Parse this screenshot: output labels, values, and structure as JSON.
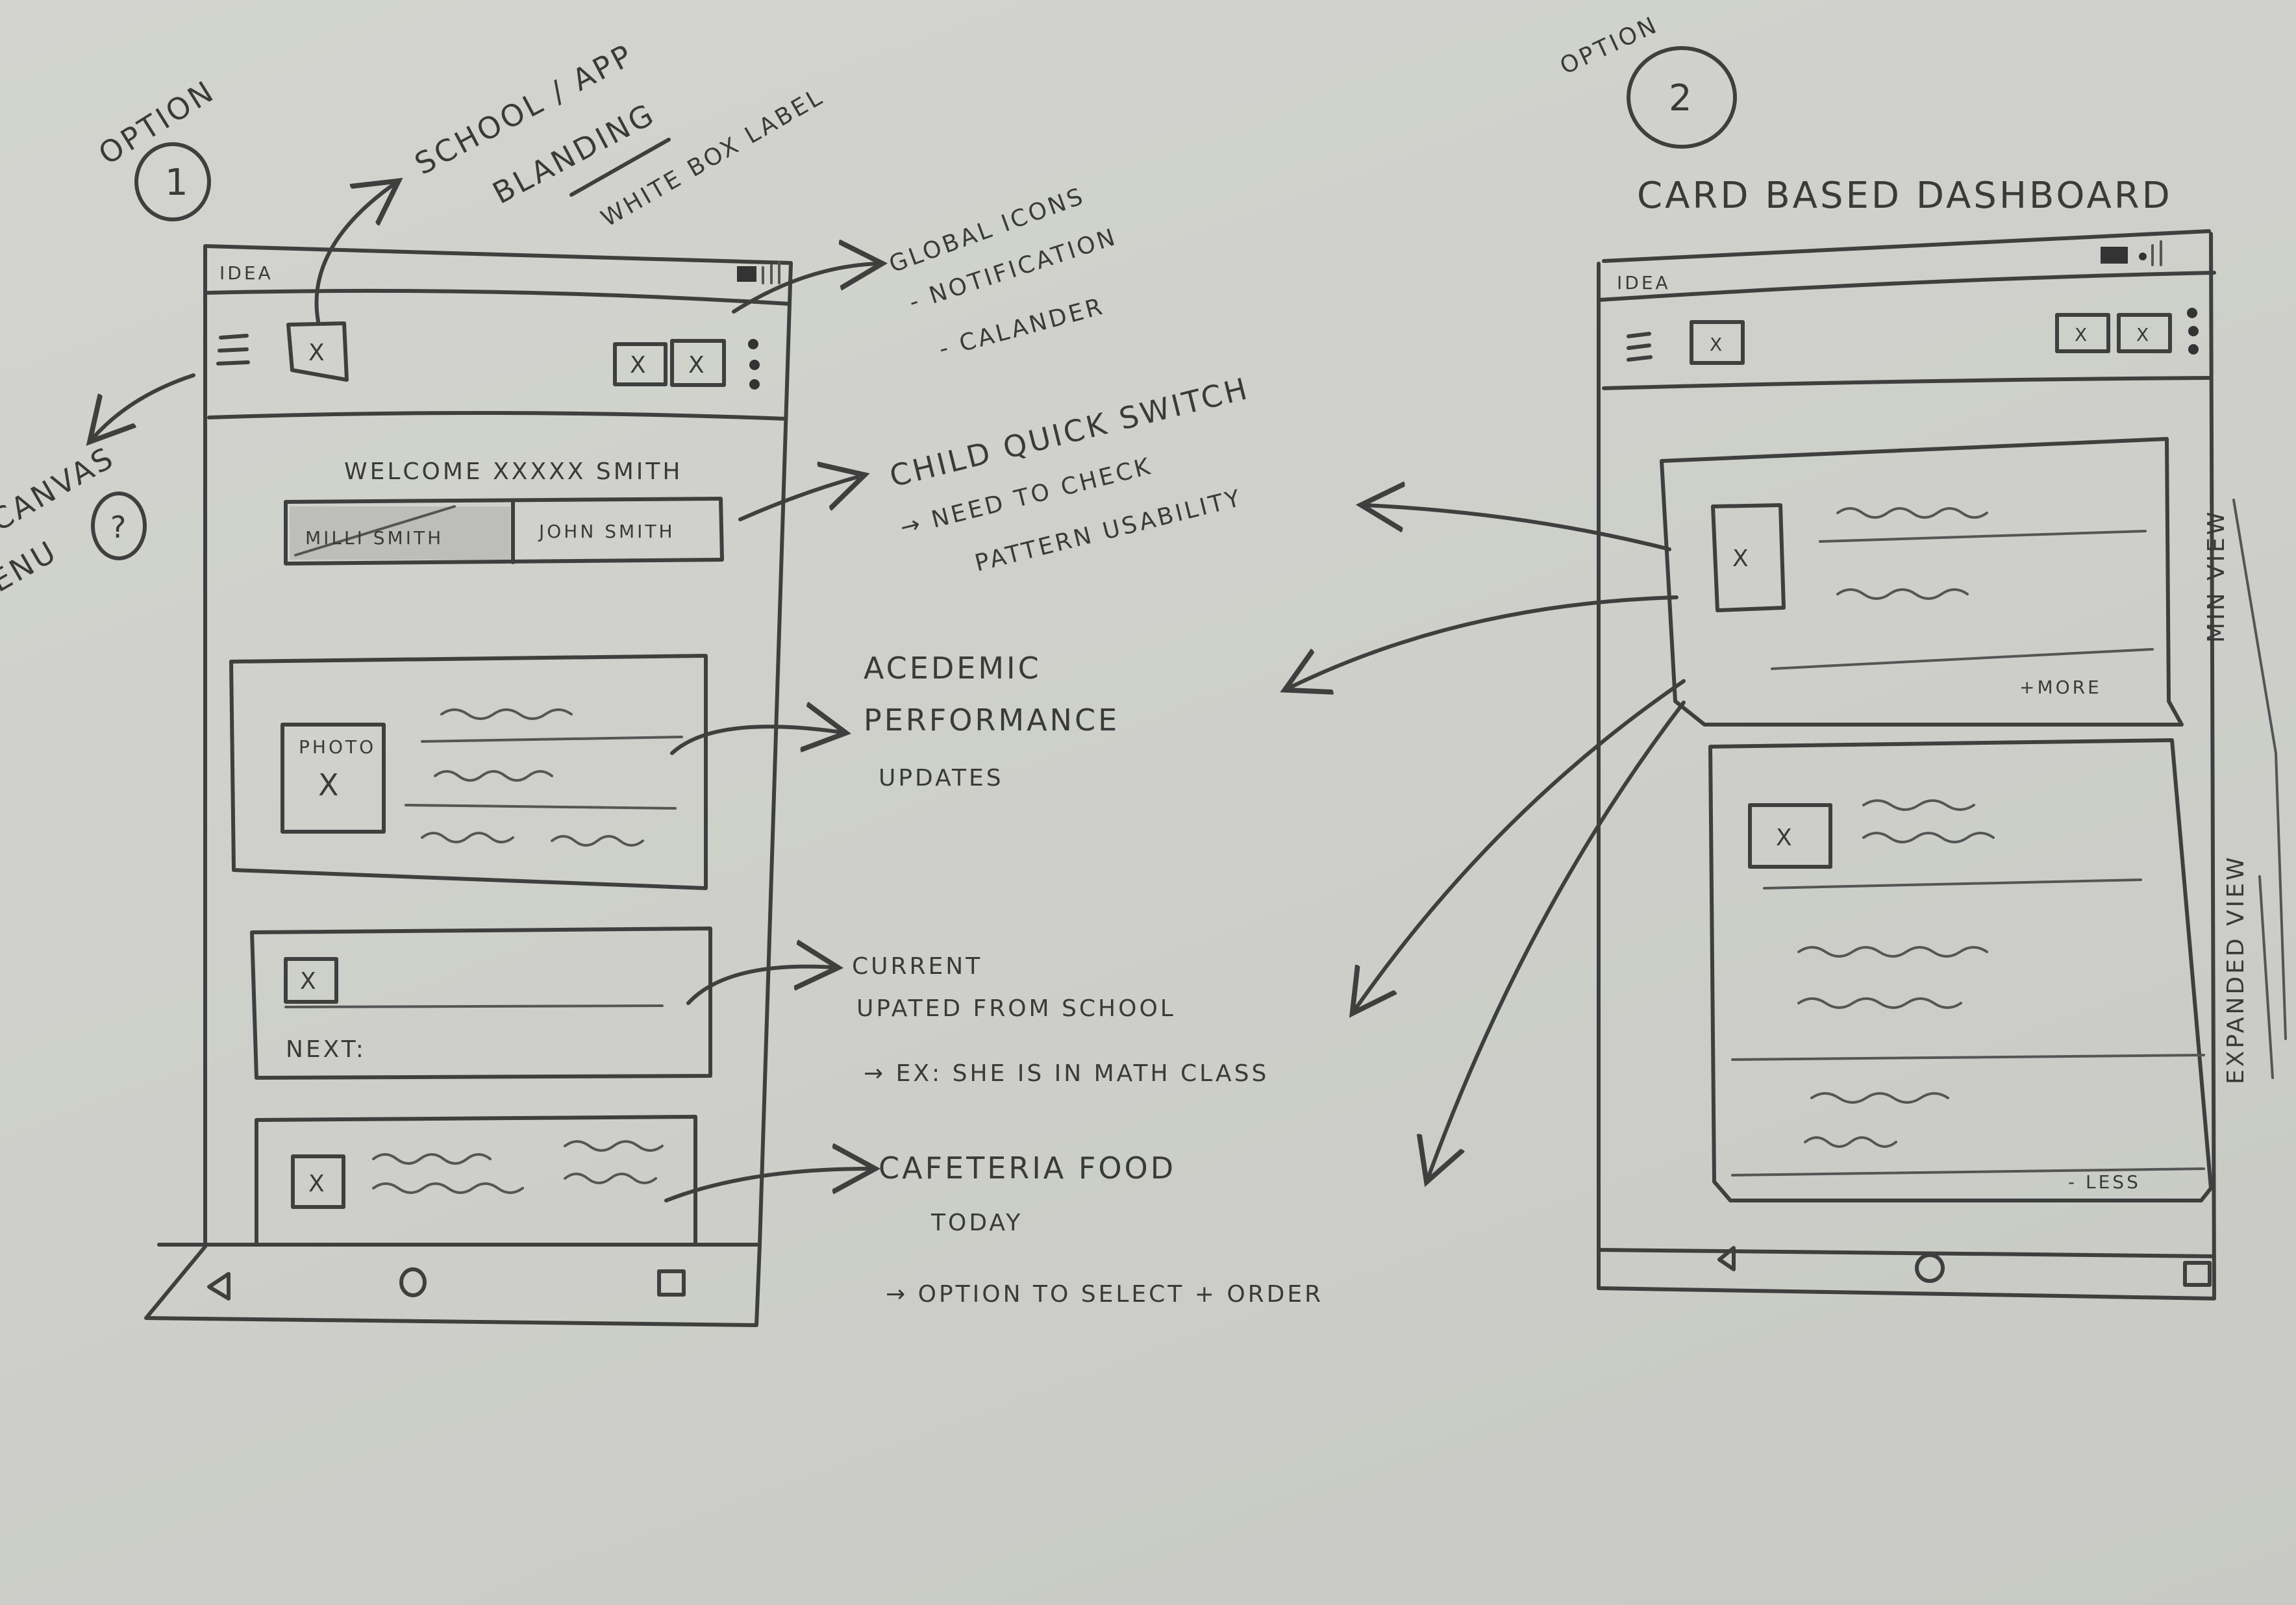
{
  "option1": {
    "label": "OPTION",
    "number": "1",
    "branding_note": {
      "line1": "SCHOOL / APP",
      "line2": "BLANDING",
      "line3": "WHITE BOX LABEL"
    },
    "offcanvas_note": {
      "line1": "OFFCANVAS",
      "line2": "MENU",
      "badge": "?"
    },
    "phone": {
      "carrier": "IDEA",
      "welcome": "WELCOME XXXXX SMITH",
      "tabs": [
        "MILLI SMITH",
        "JOHN SMITH"
      ],
      "photo_label": "PHOTO",
      "placeholder_mark": "X",
      "next_label": "NEXT:"
    },
    "annotations": {
      "global_icons": {
        "title": "GLOBAL ICONS",
        "items": [
          "- NOTIFICATION",
          "- CALANDER"
        ]
      },
      "child_switch": {
        "title": "CHILD QUICK SWITCH",
        "line2": "→ NEED TO CHECK",
        "line3": "PATTERN USABILITY"
      },
      "academic": {
        "line1": "ACEDEMIC",
        "line2": "PERFORMANCE",
        "line3": "UPDATES"
      },
      "current": {
        "line1": "CURRENT",
        "line2": "UPATED FROM SCHOOL",
        "line3": "→ EX: SHE IS IN MATH CLASS"
      },
      "cafeteria": {
        "line1": "CAFETERIA FOOD",
        "line2": "TODAY",
        "line3": "→ OPTION TO SELECT + ORDER"
      }
    }
  },
  "option2": {
    "label": "OPTION",
    "number": "2",
    "title": "CARD BASED DASHBOARD",
    "phone": {
      "carrier": "IDEA",
      "placeholder_mark": "X",
      "more_label": "+MORE",
      "less_label": "- LESS"
    },
    "side_labels": {
      "min": "MIN VIEW",
      "expanded": "EXPANDED VIEW"
    }
  }
}
